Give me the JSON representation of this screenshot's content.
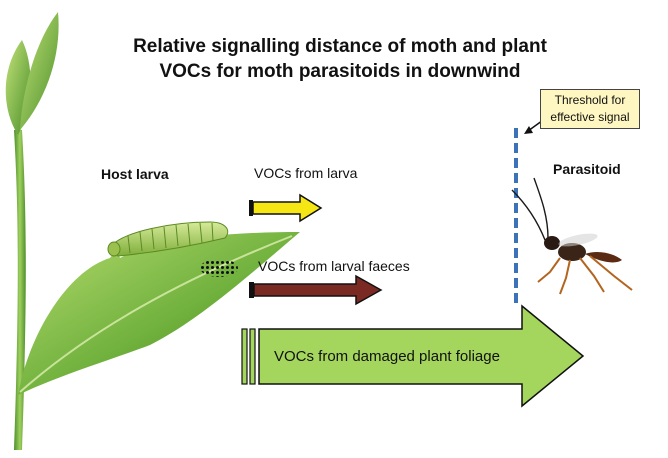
{
  "title": {
    "line1": "Relative signalling distance of moth and plant",
    "line2": "VOCs for moth parasitoids in downwind"
  },
  "labels": {
    "host_larva": "Host larva",
    "parasitoid": "Parasitoid",
    "threshold_line1": "Threshold for",
    "threshold_line2": "effective signal"
  },
  "arrows": {
    "larva": "VOCs from larva",
    "faeces": "VOCs from larval faeces",
    "foliage": "VOCs from damaged plant foliage"
  },
  "colors": {
    "larva_arrow": "#f5e614",
    "faeces_arrow": "#7a2a22",
    "foliage_arrow": "#a4d65e",
    "threshold_line": "#3b72b8",
    "threshold_box": "#fff7c2",
    "leaf": "#6fb03c"
  }
}
